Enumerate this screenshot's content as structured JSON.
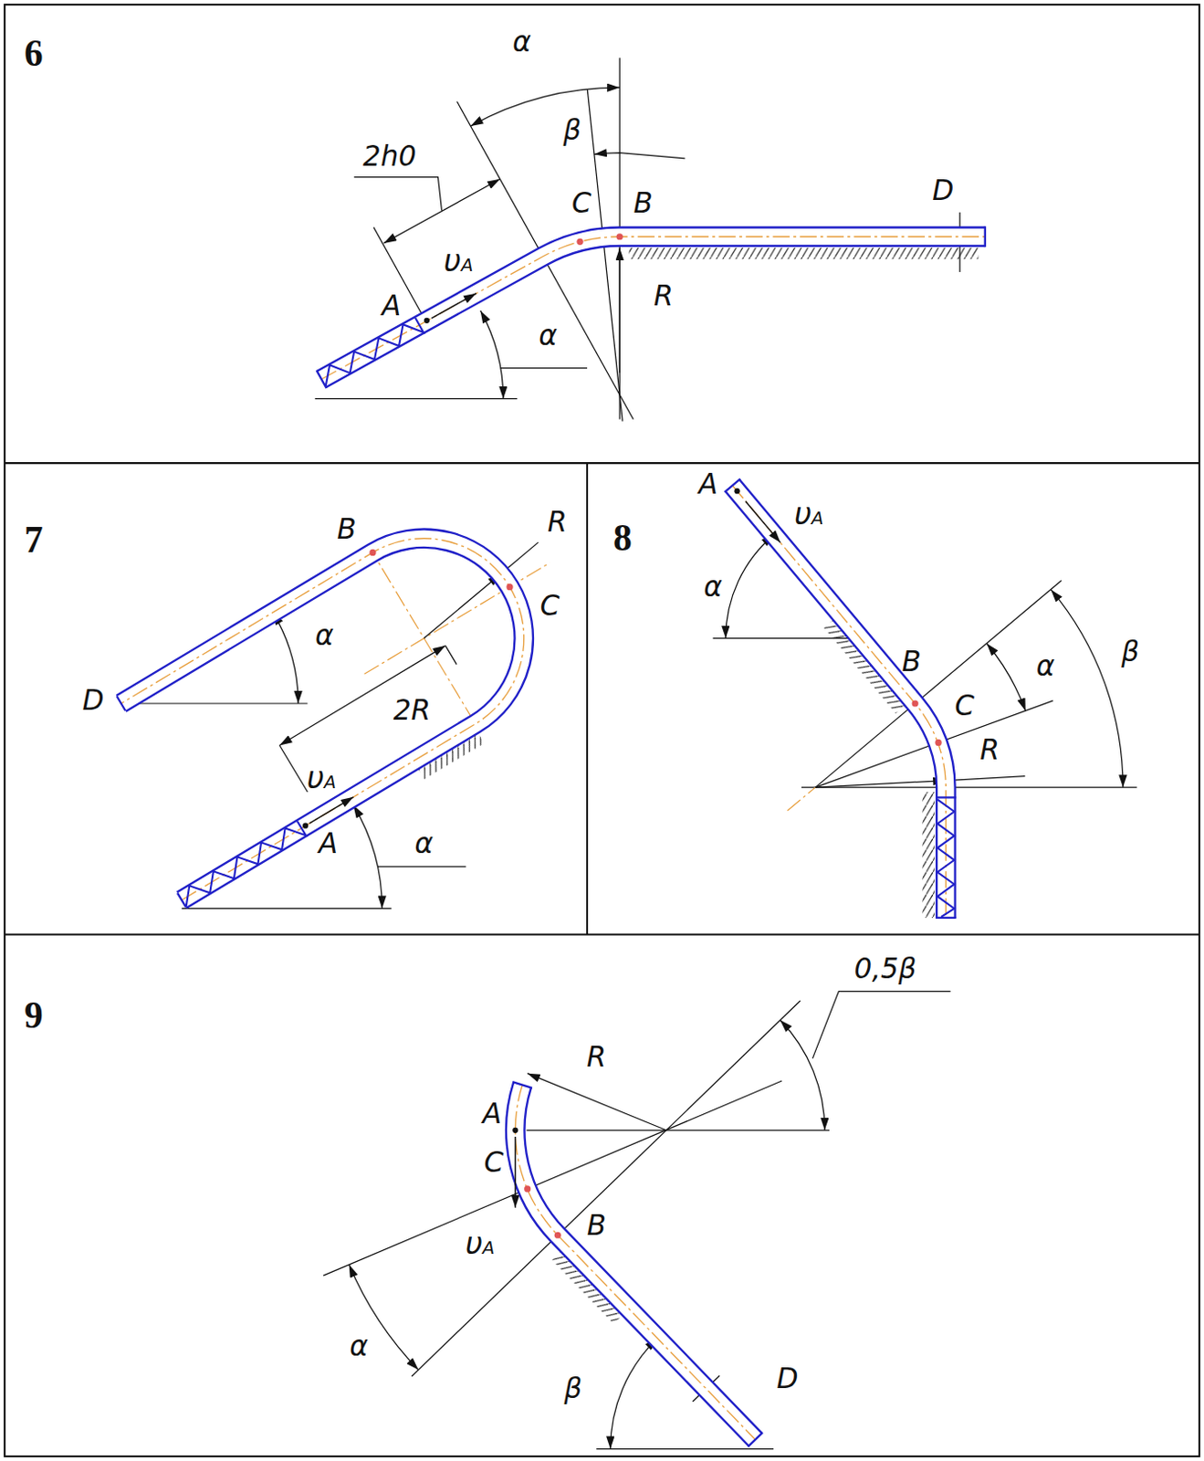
{
  "diagram": {
    "labels": [
      "6",
      "α",
      "2h0",
      "β",
      "C",
      "B",
      "D",
      "υA",
      "A",
      "α",
      "R",
      "7",
      "B",
      "R",
      "C",
      "α",
      "D",
      "2R",
      "υA",
      "A",
      "α",
      "8",
      "A",
      "υA",
      "α",
      "B",
      "α",
      "β",
      "C",
      "R",
      "9",
      "0,5β",
      "R",
      "A",
      "C",
      "υA",
      "B",
      "α",
      "β",
      "D"
    ]
  }
}
